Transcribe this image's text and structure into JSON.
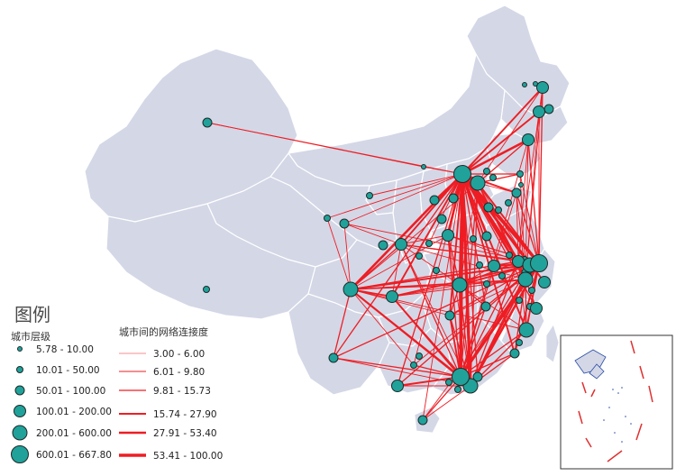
{
  "legend": {
    "title": "图例",
    "city_level_title": "城市层级",
    "link_title": "城市间的网络连接度",
    "city_levels": [
      {
        "label": "5.78 - 10.00",
        "r": 2.5
      },
      {
        "label": "10.01 - 50.00",
        "r": 3.5
      },
      {
        "label": "50.01 - 100.00",
        "r": 5
      },
      {
        "label": "100.01 - 200.00",
        "r": 6.5
      },
      {
        "label": "200.01 - 600.00",
        "r": 8
      },
      {
        "label": "600.01 - 667.80",
        "r": 9.5
      }
    ],
    "link_levels": [
      {
        "label": "3.00 - 6.00",
        "w": 0.5
      },
      {
        "label": "6.01 - 9.80",
        "w": 0.9
      },
      {
        "label": "9.81 - 15.73",
        "w": 1.3
      },
      {
        "label": "15.74 - 27.90",
        "w": 1.9
      },
      {
        "label": "27.91 - 53.40",
        "w": 2.6
      },
      {
        "label": "53.41 - 100.00",
        "w": 3.4
      }
    ]
  },
  "colors": {
    "land": "#d4d7e6",
    "city": "#20a29a",
    "link": "#ee1d23"
  }
}
